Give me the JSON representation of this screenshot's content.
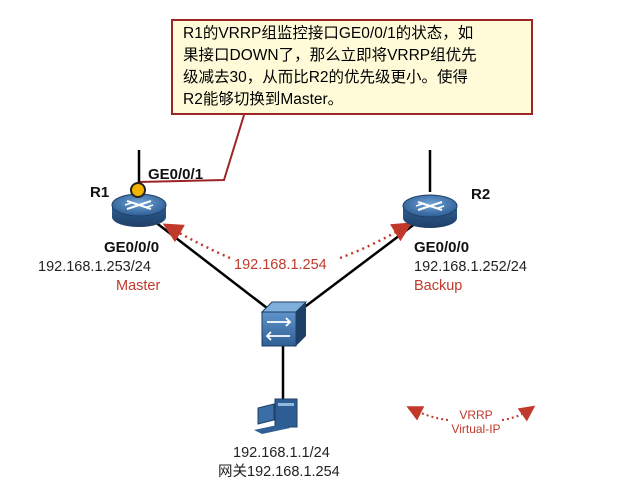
{
  "note": {
    "lines": [
      "R1的VRRP组监控接口GE0/0/1的状态，如",
      "果接口DOWN了，那么立即将VRRP组优先",
      "级减去30，从而比R2的优先级更小。使得",
      "R2能够切换到Master。"
    ]
  },
  "r1": {
    "name": "R1",
    "uplink_port": "GE0/0/1",
    "lan_port": "GE0/0/0",
    "ip": "192.168.1.253/24",
    "role": "Master"
  },
  "r2": {
    "name": "R2",
    "lan_port": "GE0/0/0",
    "ip": "192.168.1.252/24",
    "role": "Backup"
  },
  "virtual_ip": "192.168.1.254",
  "host": {
    "ip": "192.168.1.1/24",
    "gateway": "网关192.168.1.254"
  },
  "legend": {
    "line1": "VRRP",
    "line2": "Virtual-IP"
  },
  "colors": {
    "callout_border": "#9e2525",
    "callout_fill": "#fffbd9",
    "accent_red": "#c0392b",
    "router_blue": "#3a6ea5",
    "monitor_dot": "#f0b400"
  }
}
